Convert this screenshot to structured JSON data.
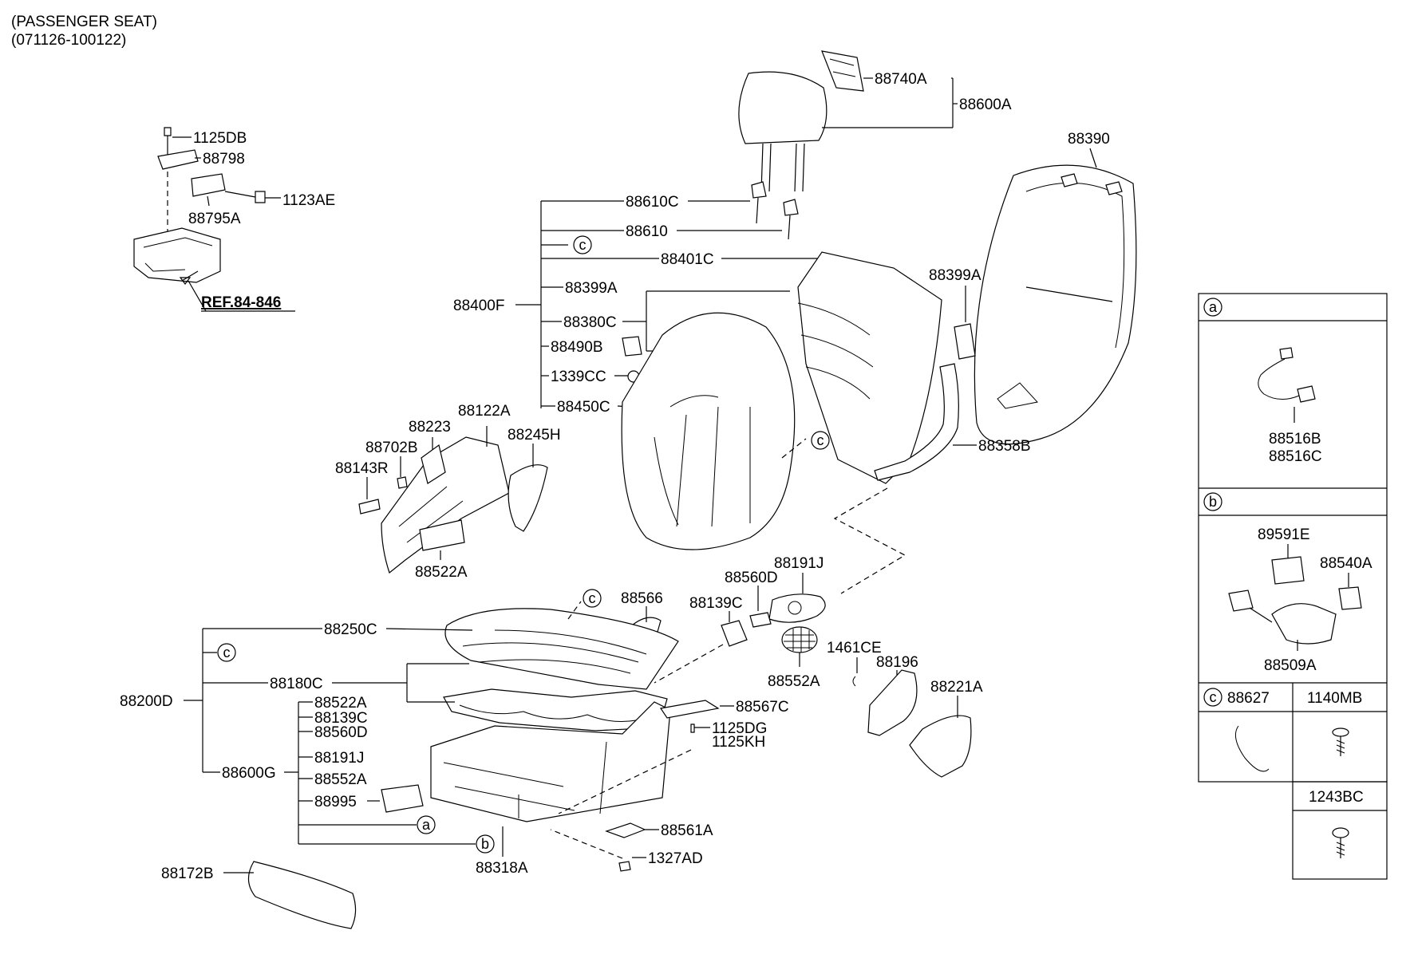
{
  "header": {
    "line1": "(PASSENGER SEAT)",
    "line2": "(071126-100122)"
  },
  "reference": "REF.84-846",
  "callout_letters": {
    "a": "a",
    "b": "b",
    "c": "c"
  },
  "parts": {
    "p88740A": "88740A",
    "p88600A": "88600A",
    "p88390": "88390",
    "p1125DB": "1125DB",
    "p88798": "88798",
    "p1123AE": "1123AE",
    "p88795A": "88795A",
    "p88610C": "88610C",
    "p88610": "88610",
    "p88401C": "88401C",
    "p88399A_top": "88399A",
    "p88399A": "88399A",
    "p88400F": "88400F",
    "p88380C": "88380C",
    "p88490B": "88490B",
    "p1339CC": "1339CC",
    "p88450C": "88450C",
    "p88358B": "88358B",
    "p88122A": "88122A",
    "p88223": "88223",
    "p88245H": "88245H",
    "p88702B": "88702B",
    "p88143R": "88143R",
    "p88522A_top": "88522A",
    "p88191J_top": "88191J",
    "p88560D_top": "88560D",
    "p88566": "88566",
    "p88139C_top": "88139C",
    "p1461CE": "1461CE",
    "p88552A_top": "88552A",
    "p88196": "88196",
    "p88221A": "88221A",
    "p88250C": "88250C",
    "p88180C": "88180C",
    "p88200D": "88200D",
    "p88522A": "88522A",
    "p88139C": "88139C",
    "p88560D": "88560D",
    "p88191J": "88191J",
    "p88600G": "88600G",
    "p88552A": "88552A",
    "p88995": "88995",
    "p88567C": "88567C",
    "p1125DG": "1125DG",
    "p1125KH": "1125KH",
    "p88561A": "88561A",
    "p1327AD": "1327AD",
    "p88318A": "88318A",
    "p88172B": "88172B"
  },
  "legend": {
    "a_parts": [
      "88516B",
      "88516C"
    ],
    "b_parts": {
      "p1": "89591E",
      "p2": "88540A",
      "p3": "88509A"
    },
    "c_part": "88627",
    "fastener1": "1140MB",
    "fastener2": "1243BC"
  }
}
